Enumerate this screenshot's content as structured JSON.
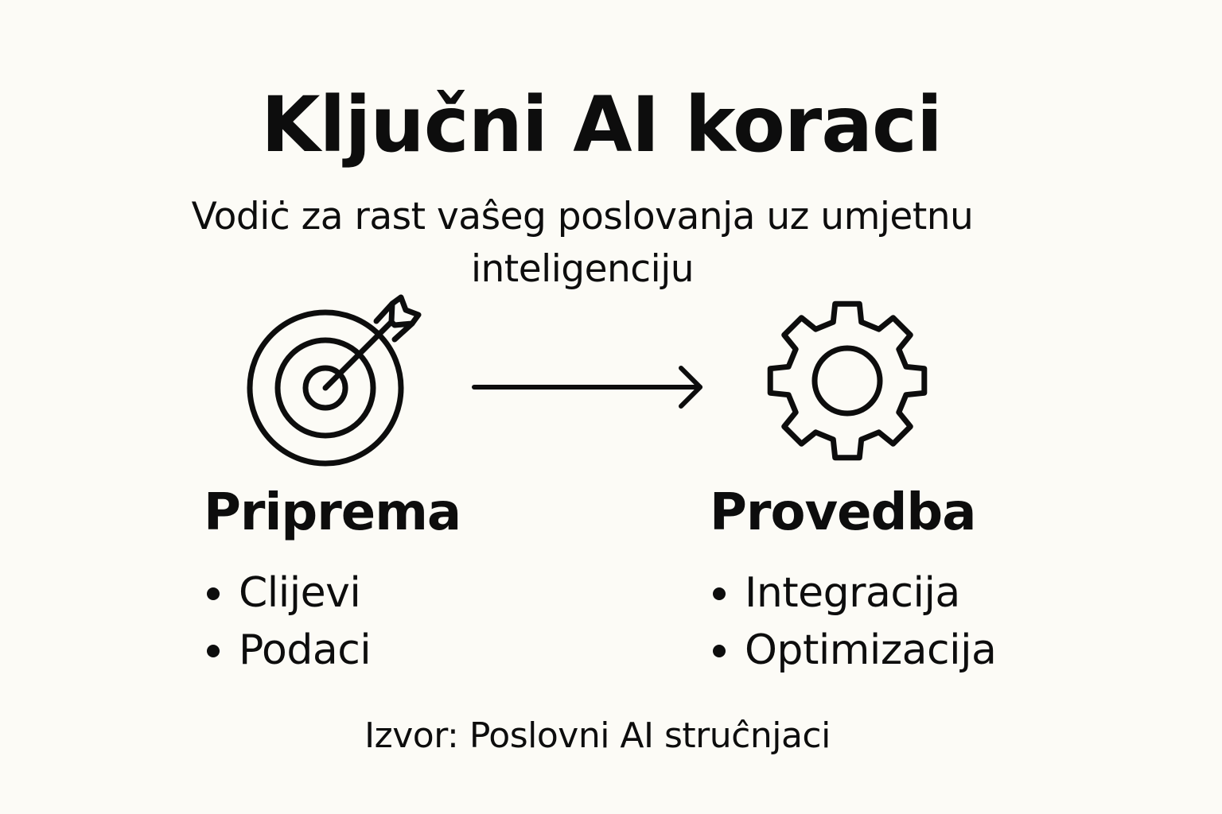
{
  "header": {
    "title": "Ključni AI koraci",
    "subtitle": "Vodiċ za rast vaŝeg poslovanja uz umjetnu inteligenciju"
  },
  "steps": [
    {
      "title": "Priprema",
      "icon": "target-icon",
      "items": [
        "Clijevi",
        "Podaci"
      ]
    },
    {
      "title": "Provedba",
      "icon": "gear-icon",
      "items": [
        "Integracija",
        "Optimizacija"
      ]
    }
  ],
  "connector_icon": "arrow-right-icon",
  "footer": {
    "source": "Izvor: Poslovni AI struĉnjaci"
  },
  "colors": {
    "background": "#fcfbf6",
    "ink": "#0d0d0d"
  }
}
